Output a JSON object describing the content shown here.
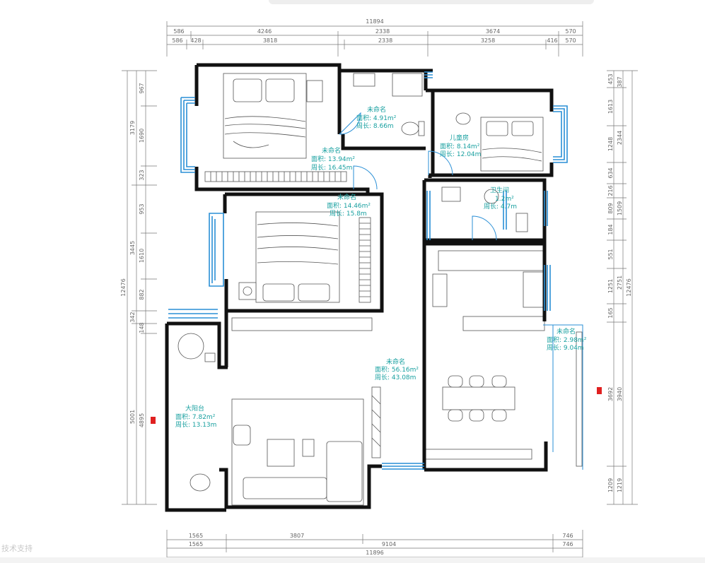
{
  "dims": {
    "top_total": "11894",
    "top_row1": [
      "586",
      "4246",
      "2338",
      "3674",
      "570"
    ],
    "top_row2": [
      "586",
      "428",
      "3818",
      "2338",
      "3258",
      "416",
      "570"
    ],
    "bottom_row1": [
      "1565",
      "3807",
      "746"
    ],
    "bottom_row2": [
      "1565",
      "9104",
      "746"
    ],
    "bottom_total": "11896",
    "left_total": "12476",
    "left_row1": [
      "3179",
      "3445",
      "342",
      "5001"
    ],
    "left_row2": [
      "967",
      "1690",
      "323",
      "953",
      "1610",
      "882",
      "148",
      "4895"
    ],
    "right_total": "12476",
    "right_row1": [
      "453",
      "1613",
      "1248",
      "634",
      "216",
      "809",
      "184",
      "551",
      "1251",
      "165",
      "3692",
      "1209"
    ],
    "right_row2": [
      "387",
      "2344",
      "1509",
      "2751",
      "3940",
      "1219"
    ]
  },
  "rooms": [
    {
      "name": "未命名",
      "area": "面积: 13.94m²",
      "perim": "周长: 16.45m"
    },
    {
      "name": "未命名",
      "area": "面积: 4.91m²",
      "perim": "周长: 8.66m"
    },
    {
      "name": "儿童房",
      "area": "面积: 8.14m²",
      "perim": "周长: 12.04m"
    },
    {
      "name": "卫生间",
      "area": "1.2m²",
      "perim": "周长: 4.7m"
    },
    {
      "name": "未命名",
      "area": "面积: 14.46m²",
      "perim": "周长: 15.8m"
    },
    {
      "name": "未命名",
      "area": "面积: 56.16m²",
      "perim": "周长: 43.08m"
    },
    {
      "name": "未命名",
      "area": "面积: 2.98m²",
      "perim": "周长: 9.04m"
    },
    {
      "name": "大阳台",
      "area": "面积: 7.82m²",
      "perim": "周长: 13.13m"
    }
  ],
  "watermark": "技术支持",
  "colors": {
    "wall": "#111111",
    "window": "#2a8fd6",
    "room_text": "#18a0a0",
    "door_marker": "#e02020"
  }
}
